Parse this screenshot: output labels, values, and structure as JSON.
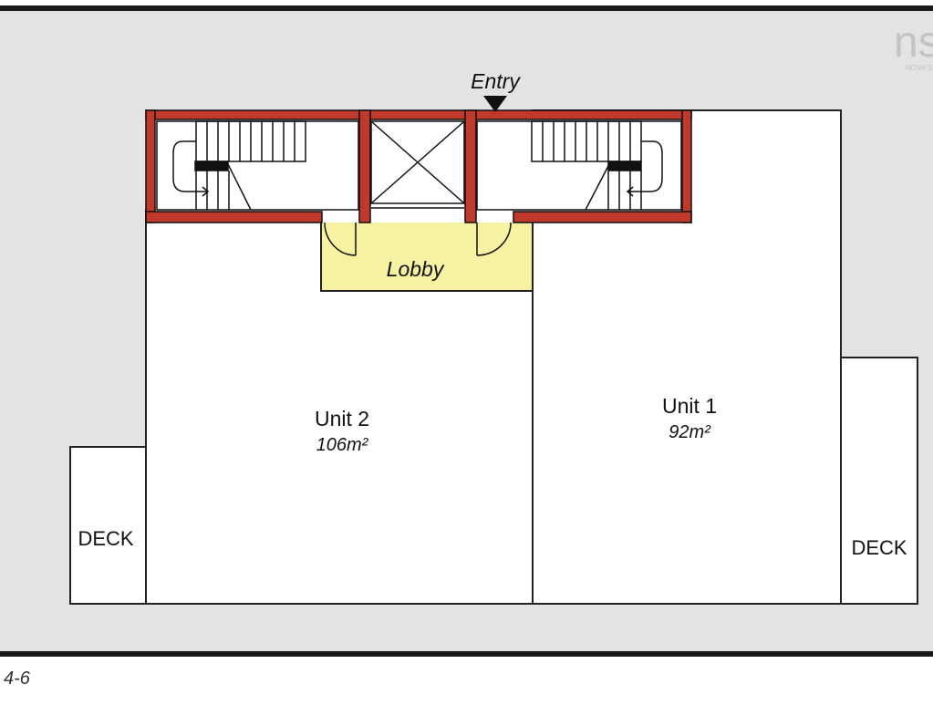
{
  "page_label": "4-6",
  "logo": {
    "text": "ns",
    "subtext": "NOVA S"
  },
  "plan": {
    "entry_label": "Entry",
    "lobby_label": "Lobby",
    "units": [
      {
        "name": "Unit 2",
        "area": "106m²"
      },
      {
        "name": "Unit 1",
        "area": "92m²"
      }
    ],
    "decks": [
      {
        "label": "DECK"
      },
      {
        "label": "DECK"
      }
    ]
  },
  "colors": {
    "background": "#e3e3e3",
    "frame": "#1a1a1a",
    "core_wall": "#c0392b",
    "lobby_fill": "#f7f1a2",
    "room_fill": "#ffffff",
    "line": "#222222"
  }
}
